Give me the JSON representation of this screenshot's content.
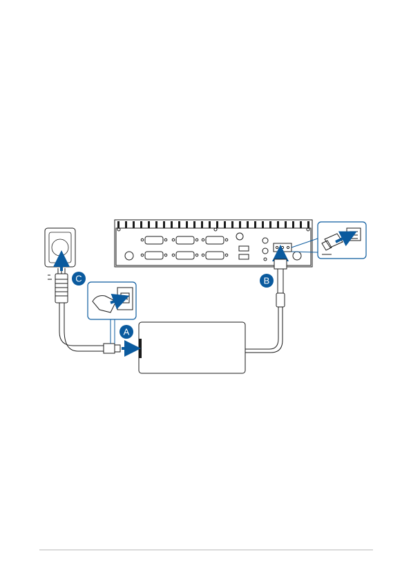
{
  "colors": {
    "accent": "#0a5a9e",
    "line": "#1a1a1a",
    "background": "#ffffff"
  },
  "callouts": {
    "a": "A",
    "b": "B",
    "c": "C"
  },
  "icons": [
    "wall-outlet-icon",
    "ac-plug-icon",
    "power-cord-icon",
    "power-adapter-icon",
    "dc-connector-icon",
    "arrow-icon"
  ]
}
